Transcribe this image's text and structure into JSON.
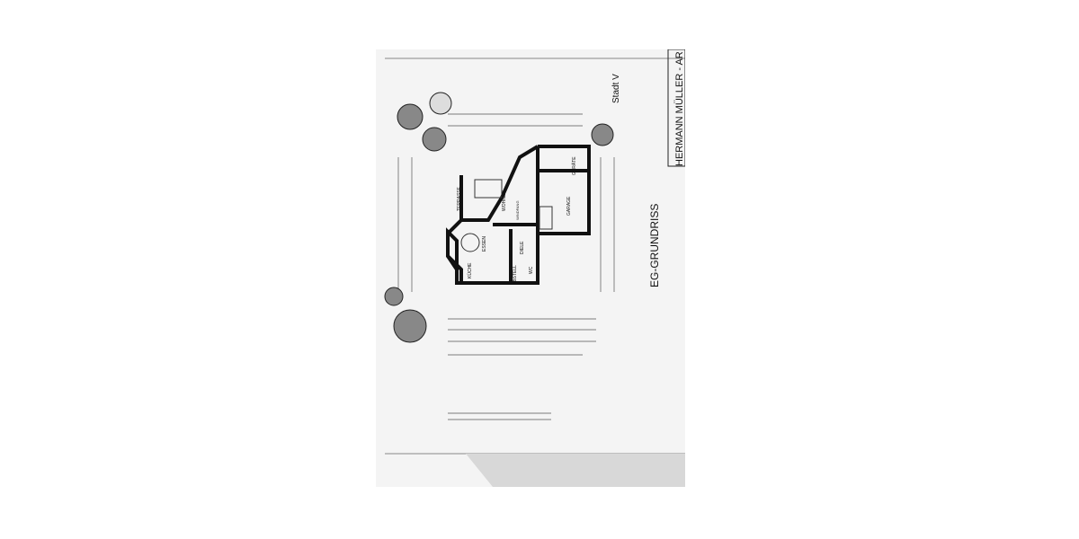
{
  "title_block": {
    "architect": "HERMANN MÜLLER - AR",
    "city": "Stadt V",
    "drawing_title": "EG-GRUNDRISS"
  },
  "rooms": [
    "GERÄTE",
    "GARAGE",
    "WOHNEN",
    "TERRASSE",
    "ESSEN",
    "DIELE",
    "KÜCHE",
    "ABSTELL",
    "WC",
    "WINDFANG"
  ],
  "colors": {
    "paper": "#f4f4f4",
    "walls": "#111111",
    "lines": "#555555"
  }
}
